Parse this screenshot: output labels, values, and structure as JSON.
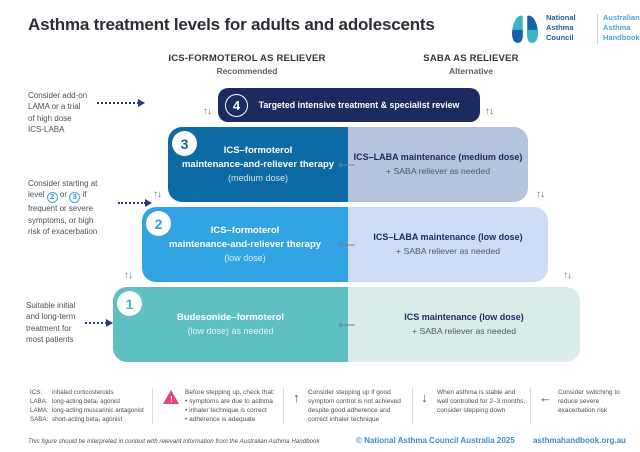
{
  "header": {
    "title": "Asthma treatment levels for adults and adolescents",
    "logo": {
      "council": "National\nAsthma\nCouncil",
      "handbook": "Australian\nAsthma\nHandbook"
    }
  },
  "columns": [
    {
      "label": "ICS-FORMOTEROL AS RELIEVER",
      "sublabel": "Recommended"
    },
    {
      "label": "SABA AS RELIEVER",
      "sublabel": "Alternative"
    }
  ],
  "annotations": [
    {
      "text": "Consider add-on\nLAMA or a trial\nof high dose\nICS-LABA"
    },
    {
      "part1": "Consider starting at\nlevel ",
      "num1": "2",
      "part2": " or ",
      "num2": "3",
      "part3": " if\nfrequent or severe\nsymptoms, or high\nrisk of exacerbation"
    },
    {
      "text": "Suitable initial\nand long-term\ntreatment for\nmost patients"
    }
  ],
  "levels": [
    {
      "number": "4",
      "title": "Targeted intensive treatment & specialist review"
    },
    {
      "number": "3",
      "left": {
        "line1": "ICS–formoterol",
        "line2": "maintenance-and-reliever therapy",
        "dose": "(medium dose)"
      },
      "right": {
        "line1": "ICS–LABA maintenance (medium dose)",
        "line2": "+ SABA reliever as needed"
      }
    },
    {
      "number": "2",
      "left": {
        "line1": "ICS–formoterol",
        "line2": "maintenance-and-reliever therapy",
        "dose": "(low dose)"
      },
      "right": {
        "line1": "ICS–LABA maintenance (low dose)",
        "line2": "+ SABA reliever as needed"
      }
    },
    {
      "number": "1",
      "left": {
        "line1": "Budesonide–formoterol",
        "dose": "(low dose) as needed"
      },
      "right": {
        "line1": "ICS maintenance (low dose)",
        "line2": "+ SABA reliever as needed"
      }
    }
  ],
  "footer": {
    "abbreviations": [
      {
        "abbr": "ICS:",
        "def": "inhaled corticosteroids"
      },
      {
        "abbr": "LABA:",
        "def": "long-acting beta₂ agonist"
      },
      {
        "abbr": "LAMA:",
        "def": "long-acting muscarinic antagonist"
      },
      {
        "abbr": "SABA:",
        "def": "short-acting beta₂ agonist"
      }
    ],
    "warning_note": {
      "title": "Before stepping up, check that:",
      "bullets": [
        "symptoms are due to asthma",
        "inhaler technique is correct",
        "adherence is adequate"
      ]
    },
    "step_up_note": "Consider stepping up if good symptom control is not achieved despite good adherence and correct inhaler technique",
    "step_down_note": "When asthma is stable and well controlled for 2–3 months, consider stepping down",
    "switch_note": "Consider switching to reduce severe exacerbation risk"
  },
  "bottom": {
    "disclaimer": "This figure should be interpreted in context with relevant information from the Australian Asthma Handbook",
    "copyright": "© National Asthma Council Australia 2025",
    "url": "asthmahandbook.org.au"
  },
  "icons": {
    "updown": "↑↓",
    "long_left": "⟵",
    "up": "↑",
    "down": "↓",
    "left": "←",
    "warning_mark": "!"
  },
  "colors": {
    "level4": "#1c2b5f",
    "level3_left": "#0d6aa5",
    "level3_right": "#b5c3dc",
    "level2_left": "#31a2e2",
    "level2_right": "#cdddf6",
    "level1_left": "#5ec0c1",
    "level1_right": "#d9ecea",
    "accent_blue": "#3a8fc7",
    "warning_pink": "#e6417f",
    "navy_text": "#1c2b5f"
  }
}
